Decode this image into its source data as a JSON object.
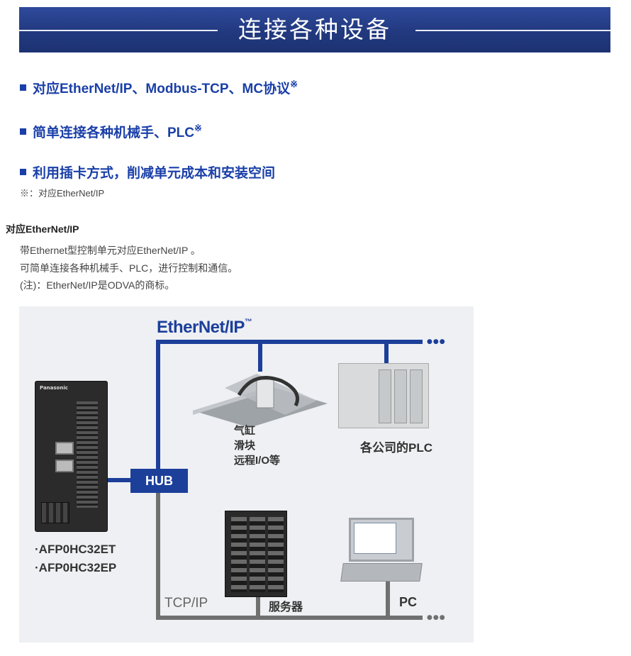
{
  "banner": {
    "title": "连接各种设备"
  },
  "features": [
    {
      "text": "对应EtherNet/IP、Modbus-TCP、MC协议",
      "mark": "※"
    },
    {
      "text": "简单连接各种机械手、PLC",
      "mark": "※"
    },
    {
      "text": "利用插卡方式，削减单元成本和安装空间",
      "mark": ""
    }
  ],
  "note": "※：对应EtherNet/IP",
  "section": {
    "heading": "对应EtherNet/IP",
    "lines": [
      "带Ethernet型控制单元对应EtherNet/IP 。",
      "可简单连接各种机械手、PLC，进行控制和通信。",
      "(注)：EtherNet/IP是ODVA的商标。"
    ]
  },
  "diagram": {
    "network_logo": "EtherNet/IP",
    "network_logo_tm": "™",
    "plc_brand": "Panasonic",
    "hub": "HUB",
    "robot_labels": [
      "气缸",
      "滑块",
      "远程I/O等"
    ],
    "plc_label": "各公司的PLC",
    "server_label": "服务器",
    "pc_label": "PC",
    "tcp_label": "TCP/IP",
    "models": [
      "·AFP0HC32ET",
      "·AFP0HC32EP"
    ],
    "dots": "●●●",
    "colors": {
      "ethernet": "#1c3f9a",
      "tcp": "#707070",
      "banner": "#22397f",
      "accent": "#1a3fa8"
    }
  }
}
